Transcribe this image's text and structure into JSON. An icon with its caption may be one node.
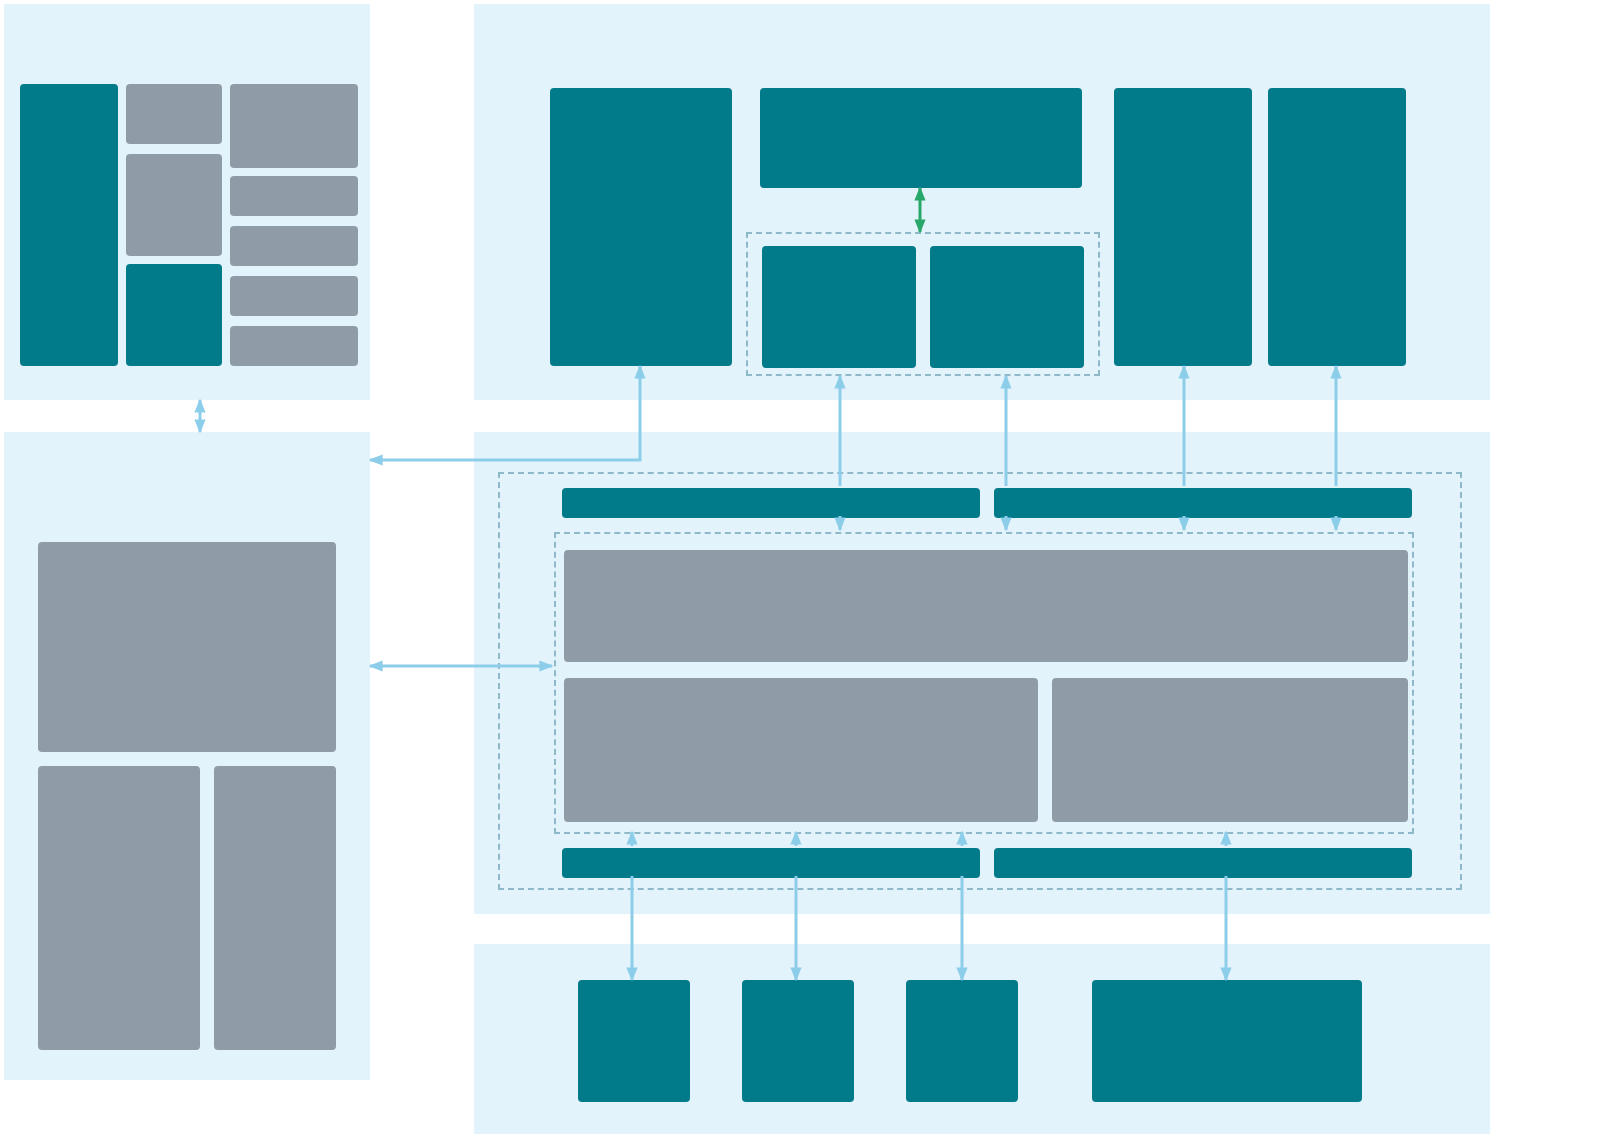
{
  "diagram": {
    "nodes": [
      {
        "text": [],
        "shape": "box"
      },
      {
        "text": [],
        "shape": "box",
        "in": 0
      },
      {
        "text": [],
        "shape": "box",
        "in": 0
      },
      {
        "text": [],
        "shape": "box",
        "in": 0
      },
      {
        "text": [],
        "shape": "box",
        "in": 0
      },
      {
        "text": [],
        "shape": "box",
        "in": 0
      },
      {
        "text": [],
        "shape": "box",
        "in": 0
      },
      {
        "text": [],
        "shape": "box",
        "in": 0
      },
      {
        "text": [],
        "shape": "box",
        "in": 0
      },
      {
        "text": [],
        "shape": "box",
        "in": 0
      },
      {
        "text": [],
        "shape": "box"
      },
      {
        "text": [],
        "shape": "box",
        "in": 10
      },
      {
        "text": [],
        "shape": "box",
        "in": 10
      },
      {
        "text": [],
        "shape": "box",
        "in": 10
      },
      {
        "text": [],
        "shape": "box",
        "in": 13
      },
      {
        "text": [],
        "shape": "box",
        "in": 13
      },
      {
        "text": [],
        "shape": "box",
        "in": 10
      },
      {
        "text": [],
        "shape": "box",
        "in": 10
      },
      {
        "text": [],
        "shape": "box"
      },
      {
        "text": [],
        "shape": "box",
        "in": 18
      },
      {
        "text": [],
        "shape": "box",
        "in": 18
      },
      {
        "text": [],
        "shape": "box",
        "in": 18
      },
      {
        "text": [],
        "shape": "box"
      },
      {
        "text": [],
        "shape": "box",
        "in": 22
      },
      {
        "text": [],
        "shape": "box",
        "in": 23
      },
      {
        "text": [],
        "shape": "box",
        "in": 23
      },
      {
        "text": [],
        "shape": "box",
        "in": 23
      },
      {
        "text": [],
        "shape": "box",
        "in": 26
      },
      {
        "text": [],
        "shape": "box",
        "in": 26
      },
      {
        "text": [],
        "shape": "box",
        "in": 26
      },
      {
        "text": [],
        "shape": "box",
        "in": 23
      },
      {
        "text": [],
        "shape": "box",
        "in": 23
      },
      {
        "text": [],
        "shape": "box"
      },
      {
        "text": [],
        "shape": "box",
        "in": 32
      },
      {
        "text": [],
        "shape": "box",
        "in": 32
      },
      {
        "text": [],
        "shape": "box",
        "in": 32
      },
      {
        "text": [],
        "shape": "box",
        "in": 32
      }
    ],
    "edges": [
      {
        "from": 0,
        "to": 18,
        "arrow": "both"
      },
      {
        "from": 11,
        "to": 18,
        "arrow": "both"
      },
      {
        "from": 18,
        "to": 26,
        "arrow": "both"
      },
      {
        "from": 24,
        "to": 13,
        "arrow": "to"
      },
      {
        "from": 24,
        "to": 26,
        "arrow": "to"
      },
      {
        "from": 25,
        "to": 13,
        "arrow": "to"
      },
      {
        "from": 25,
        "to": 26,
        "arrow": "to"
      },
      {
        "from": 25,
        "to": 16,
        "arrow": "to"
      },
      {
        "from": 25,
        "to": 26,
        "arrow": "to"
      },
      {
        "from": 25,
        "to": 17,
        "arrow": "to"
      },
      {
        "from": 25,
        "to": 26,
        "arrow": "to"
      },
      {
        "from": 12,
        "to": 13,
        "arrow": "both",
        "color": "#27a86a"
      },
      {
        "from": 30,
        "to": 26,
        "arrow": "to"
      },
      {
        "from": 30,
        "to": 33,
        "arrow": "to"
      },
      {
        "from": 30,
        "to": 26,
        "arrow": "to"
      },
      {
        "from": 30,
        "to": 34,
        "arrow": "to"
      },
      {
        "from": 30,
        "to": 26,
        "arrow": "to"
      },
      {
        "from": 30,
        "to": 35,
        "arrow": "to"
      },
      {
        "from": 31,
        "to": 26,
        "arrow": "to"
      },
      {
        "from": 31,
        "to": 36,
        "arrow": "to"
      }
    ]
  }
}
